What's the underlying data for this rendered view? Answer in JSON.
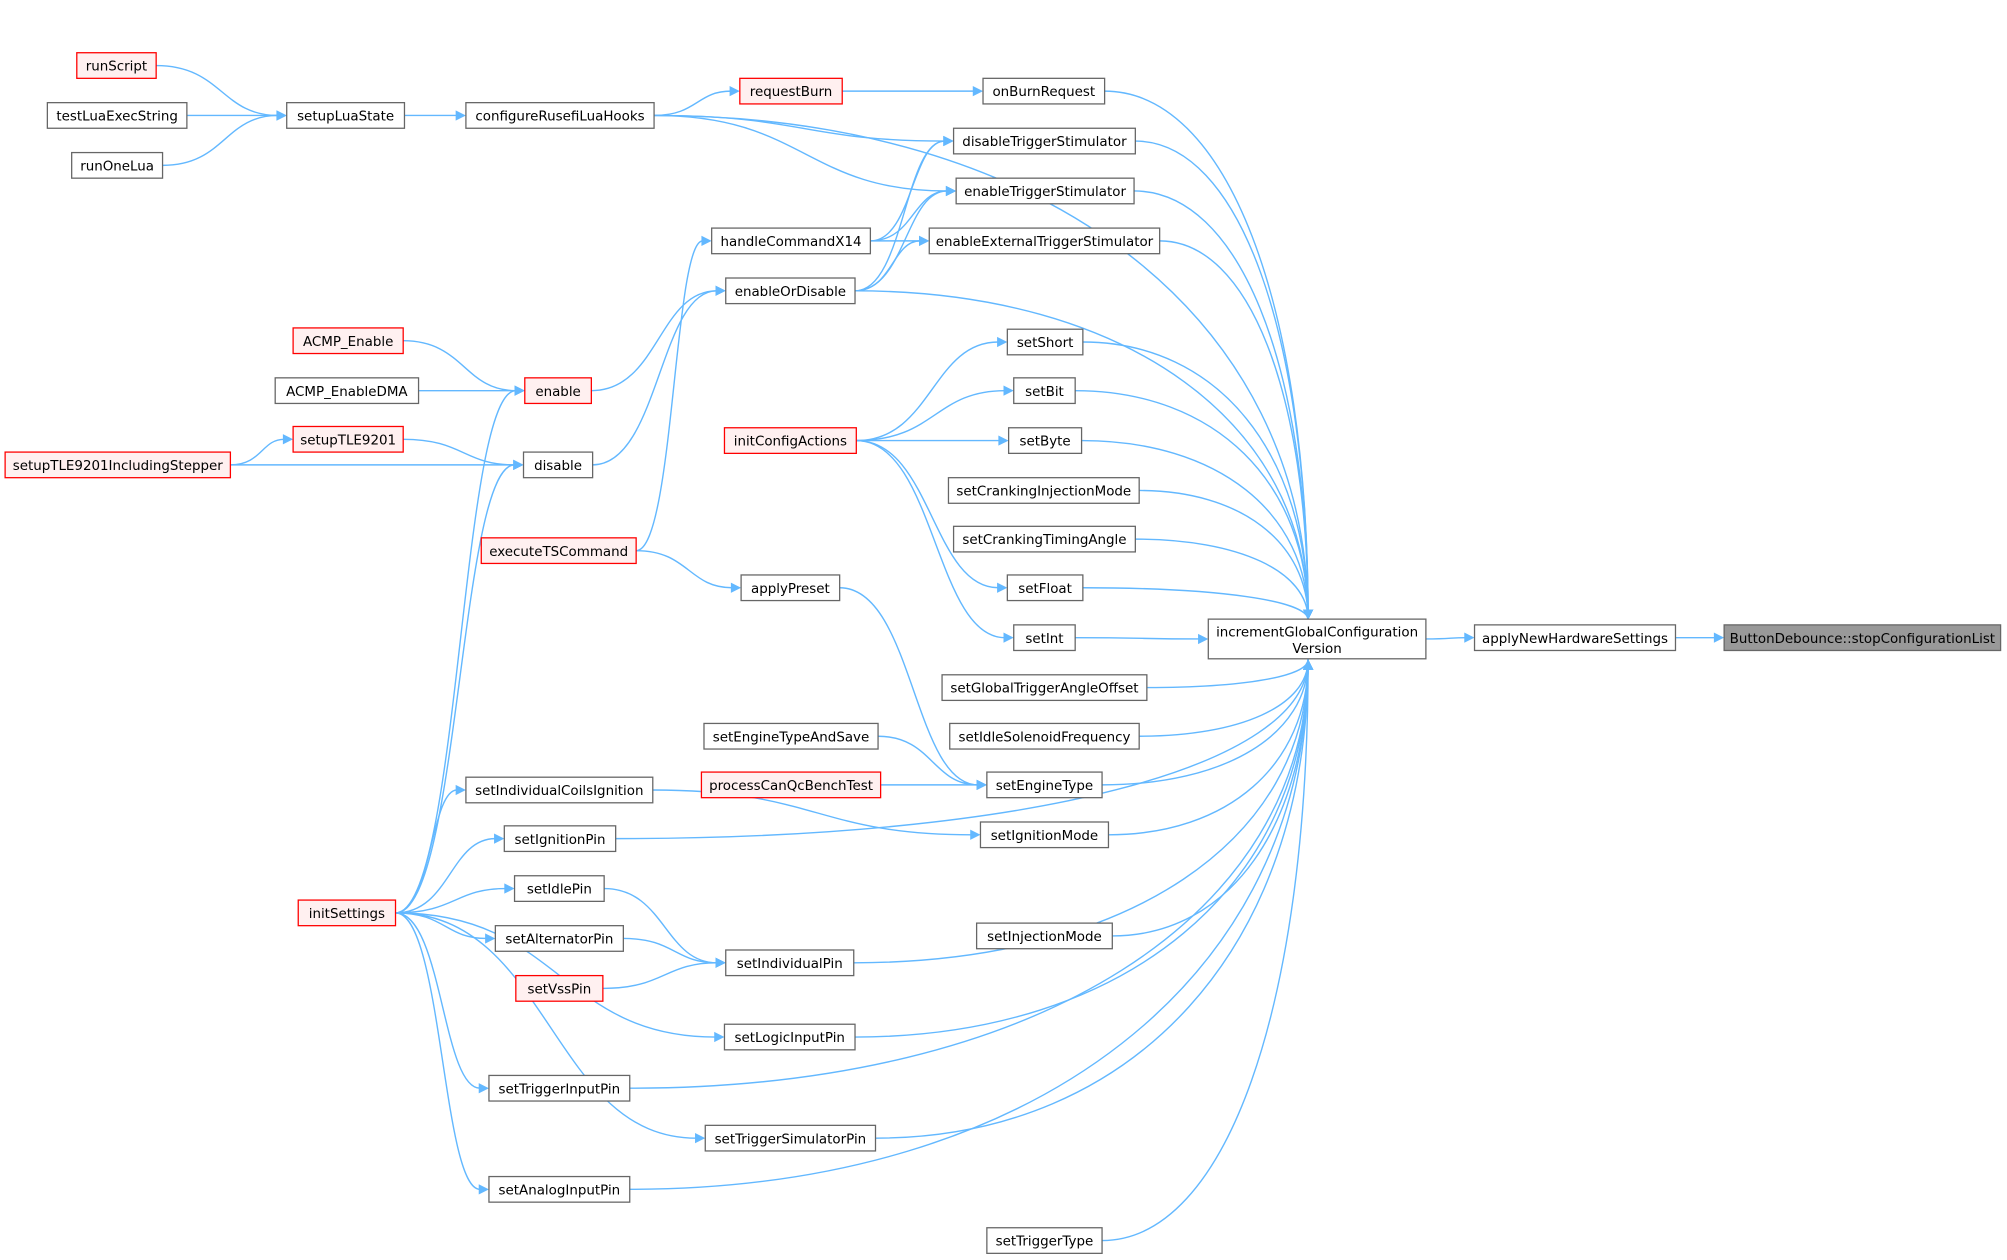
{
  "title": "ButtonDebounce::stopConfigurationList caller graph",
  "colors": {
    "edge": "#63b8ff",
    "border": "#666666",
    "red_border": "#ff0000",
    "red_fill": "#fff0f0",
    "focus_fill": "#999999"
  },
  "nodes": [
    {
      "id": "runScript",
      "label": "runScript",
      "style": "red"
    },
    {
      "id": "testLuaExecString",
      "label": "testLuaExecString",
      "style": "normal"
    },
    {
      "id": "runOneLua",
      "label": "runOneLua",
      "style": "normal"
    },
    {
      "id": "setupLuaState",
      "label": "setupLuaState",
      "style": "normal"
    },
    {
      "id": "configureRusefiLuaHooks",
      "label": "configureRusefiLuaHooks",
      "style": "normal"
    },
    {
      "id": "requestBurn",
      "label": "requestBurn",
      "style": "red"
    },
    {
      "id": "onBurnRequest",
      "label": "onBurnRequest",
      "style": "normal"
    },
    {
      "id": "disableTriggerStimulator",
      "label": "disableTriggerStimulator",
      "style": "normal"
    },
    {
      "id": "enableTriggerStimulator",
      "label": "enableTriggerStimulator",
      "style": "normal"
    },
    {
      "id": "enableExternalTriggerStimulator",
      "label": "enableExternalTriggerStimulator",
      "style": "normal"
    },
    {
      "id": "handleCommandX14",
      "label": "handleCommandX14",
      "style": "normal"
    },
    {
      "id": "enableOrDisable",
      "label": "enableOrDisable",
      "style": "normal"
    },
    {
      "id": "ACMP_Enable",
      "label": "ACMP_Enable",
      "style": "red"
    },
    {
      "id": "ACMP_EnableDMA",
      "label": "ACMP_EnableDMA",
      "style": "normal"
    },
    {
      "id": "enable",
      "label": "enable",
      "style": "red"
    },
    {
      "id": "setupTLE9201",
      "label": "setupTLE9201",
      "style": "red"
    },
    {
      "id": "setupTLE9201IncludingStepper",
      "label": "setupTLE9201IncludingStepper",
      "style": "red"
    },
    {
      "id": "disable",
      "label": "disable",
      "style": "normal"
    },
    {
      "id": "executeTSCommand",
      "label": "executeTSCommand",
      "style": "red"
    },
    {
      "id": "applyPreset",
      "label": "applyPreset",
      "style": "normal"
    },
    {
      "id": "setShort",
      "label": "setShort",
      "style": "normal"
    },
    {
      "id": "setBit",
      "label": "setBit",
      "style": "normal"
    },
    {
      "id": "setByte",
      "label": "setByte",
      "style": "normal"
    },
    {
      "id": "initConfigActions",
      "label": "initConfigActions",
      "style": "red"
    },
    {
      "id": "setCrankingInjectionMode",
      "label": "setCrankingInjectionMode",
      "style": "normal"
    },
    {
      "id": "setCrankingTimingAngle",
      "label": "setCrankingTimingAngle",
      "style": "normal"
    },
    {
      "id": "setFloat",
      "label": "setFloat",
      "style": "normal"
    },
    {
      "id": "setInt",
      "label": "setInt",
      "style": "normal"
    },
    {
      "id": "incrementGlobalConfigurationVersion",
      "label": "incrementGlobalConfiguration",
      "label2": "Version",
      "style": "normal"
    },
    {
      "id": "applyNewHardwareSettings",
      "label": "applyNewHardwareSettings",
      "style": "normal"
    },
    {
      "id": "stopConfigurationList",
      "label": "ButtonDebounce::stopConfigurationList",
      "style": "focus"
    },
    {
      "id": "setGlobalTriggerAngleOffset",
      "label": "setGlobalTriggerAngleOffset",
      "style": "normal"
    },
    {
      "id": "setIdleSolenoidFrequency",
      "label": "setIdleSolenoidFrequency",
      "style": "normal"
    },
    {
      "id": "setEngineTypeAndSave",
      "label": "setEngineTypeAndSave",
      "style": "normal"
    },
    {
      "id": "processCanQcBenchTest",
      "label": "processCanQcBenchTest",
      "style": "red"
    },
    {
      "id": "setEngineType",
      "label": "setEngineType",
      "style": "normal"
    },
    {
      "id": "setIndividualCoilsIgnition",
      "label": "setIndividualCoilsIgnition",
      "style": "normal"
    },
    {
      "id": "setIgnitionMode",
      "label": "setIgnitionMode",
      "style": "normal"
    },
    {
      "id": "setIgnitionPin",
      "label": "setIgnitionPin",
      "style": "normal"
    },
    {
      "id": "setIdlePin",
      "label": "setIdlePin",
      "style": "normal"
    },
    {
      "id": "initSettings",
      "label": "initSettings",
      "style": "red"
    },
    {
      "id": "setAlternatorPin",
      "label": "setAlternatorPin",
      "style": "normal"
    },
    {
      "id": "setIndividualPin",
      "label": "setIndividualPin",
      "style": "normal"
    },
    {
      "id": "setVssPin",
      "label": "setVssPin",
      "style": "red"
    },
    {
      "id": "setInjectionMode",
      "label": "setInjectionMode",
      "style": "normal"
    },
    {
      "id": "setLogicInputPin",
      "label": "setLogicInputPin",
      "style": "normal"
    },
    {
      "id": "setTriggerInputPin",
      "label": "setTriggerInputPin",
      "style": "normal"
    },
    {
      "id": "setTriggerSimulatorPin",
      "label": "setTriggerSimulatorPin",
      "style": "normal"
    },
    {
      "id": "setAnalogInputPin",
      "label": "setAnalogInputPin",
      "style": "normal"
    },
    {
      "id": "setTriggerType",
      "label": "setTriggerType",
      "style": "normal"
    }
  ],
  "edges": [
    [
      "runScript",
      "setupLuaState"
    ],
    [
      "testLuaExecString",
      "setupLuaState"
    ],
    [
      "runOneLua",
      "setupLuaState"
    ],
    [
      "setupLuaState",
      "configureRusefiLuaHooks"
    ],
    [
      "configureRusefiLuaHooks",
      "requestBurn"
    ],
    [
      "requestBurn",
      "onBurnRequest"
    ],
    [
      "configureRusefiLuaHooks",
      "disableTriggerStimulator"
    ],
    [
      "configureRusefiLuaHooks",
      "enableTriggerStimulator"
    ],
    [
      "configureRusefiLuaHooks",
      "incrementGlobalConfigurationVersion"
    ],
    [
      "onBurnRequest",
      "incrementGlobalConfigurationVersion"
    ],
    [
      "disableTriggerStimulator",
      "incrementGlobalConfigurationVersion"
    ],
    [
      "enableTriggerStimulator",
      "incrementGlobalConfigurationVersion"
    ],
    [
      "enableExternalTriggerStimulator",
      "incrementGlobalConfigurationVersion"
    ],
    [
      "handleCommandX14",
      "disableTriggerStimulator"
    ],
    [
      "handleCommandX14",
      "enableTriggerStimulator"
    ],
    [
      "handleCommandX14",
      "enableExternalTriggerStimulator"
    ],
    [
      "enableOrDisable",
      "disableTriggerStimulator"
    ],
    [
      "enableOrDisable",
      "enableTriggerStimulator"
    ],
    [
      "enableOrDisable",
      "enableExternalTriggerStimulator"
    ],
    [
      "enableOrDisable",
      "incrementGlobalConfigurationVersion"
    ],
    [
      "enable",
      "enableOrDisable"
    ],
    [
      "disable",
      "enableOrDisable"
    ],
    [
      "executeTSCommand",
      "handleCommandX14"
    ],
    [
      "ACMP_Enable",
      "enable"
    ],
    [
      "ACMP_EnableDMA",
      "enable"
    ],
    [
      "initSettings",
      "enable"
    ],
    [
      "initSettings",
      "disable"
    ],
    [
      "setupTLE9201",
      "disable"
    ],
    [
      "setupTLE9201IncludingStepper",
      "disable"
    ],
    [
      "setupTLE9201IncludingStepper",
      "setupTLE9201"
    ],
    [
      "initConfigActions",
      "setShort"
    ],
    [
      "initConfigActions",
      "setBit"
    ],
    [
      "initConfigActions",
      "setByte"
    ],
    [
      "initConfigActions",
      "setFloat"
    ],
    [
      "initConfigActions",
      "setInt"
    ],
    [
      "setShort",
      "incrementGlobalConfigurationVersion"
    ],
    [
      "setBit",
      "incrementGlobalConfigurationVersion"
    ],
    [
      "setByte",
      "incrementGlobalConfigurationVersion"
    ],
    [
      "setFloat",
      "incrementGlobalConfigurationVersion"
    ],
    [
      "setInt",
      "incrementGlobalConfigurationVersion"
    ],
    [
      "setCrankingInjectionMode",
      "incrementGlobalConfigurationVersion"
    ],
    [
      "setCrankingTimingAngle",
      "incrementGlobalConfigurationVersion"
    ],
    [
      "setGlobalTriggerAngleOffset",
      "incrementGlobalConfigurationVersion"
    ],
    [
      "setIdleSolenoidFrequency",
      "incrementGlobalConfigurationVersion"
    ],
    [
      "executeTSCommand",
      "applyPreset"
    ],
    [
      "applyPreset",
      "setEngineType"
    ],
    [
      "setEngineTypeAndSave",
      "setEngineType"
    ],
    [
      "processCanQcBenchTest",
      "setEngineType"
    ],
    [
      "setEngineType",
      "incrementGlobalConfigurationVersion"
    ],
    [
      "setIndividualCoilsIgnition",
      "setIgnitionMode"
    ],
    [
      "setIgnitionMode",
      "incrementGlobalConfigurationVersion"
    ],
    [
      "initSettings",
      "setIndividualCoilsIgnition"
    ],
    [
      "initSettings",
      "setIgnitionPin"
    ],
    [
      "initSettings",
      "setIdlePin"
    ],
    [
      "initSettings",
      "setAlternatorPin"
    ],
    [
      "initSettings",
      "setLogicInputPin"
    ],
    [
      "initSettings",
      "setTriggerInputPin"
    ],
    [
      "initSettings",
      "setTriggerSimulatorPin"
    ],
    [
      "initSettings",
      "setAnalogInputPin"
    ],
    [
      "setIgnitionPin",
      "incrementGlobalConfigurationVersion"
    ],
    [
      "setIdlePin",
      "setIndividualPin"
    ],
    [
      "setAlternatorPin",
      "setIndividualPin"
    ],
    [
      "setVssPin",
      "setIndividualPin"
    ],
    [
      "setIndividualPin",
      "incrementGlobalConfigurationVersion"
    ],
    [
      "setInjectionMode",
      "incrementGlobalConfigurationVersion"
    ],
    [
      "setLogicInputPin",
      "incrementGlobalConfigurationVersion"
    ],
    [
      "setTriggerInputPin",
      "incrementGlobalConfigurationVersion"
    ],
    [
      "setTriggerSimulatorPin",
      "incrementGlobalConfigurationVersion"
    ],
    [
      "setAnalogInputPin",
      "incrementGlobalConfigurationVersion"
    ],
    [
      "setTriggerType",
      "incrementGlobalConfigurationVersion"
    ],
    [
      "incrementGlobalConfigurationVersion",
      "applyNewHardwareSettings"
    ],
    [
      "applyNewHardwareSettings",
      "stopConfigurationList"
    ]
  ]
}
